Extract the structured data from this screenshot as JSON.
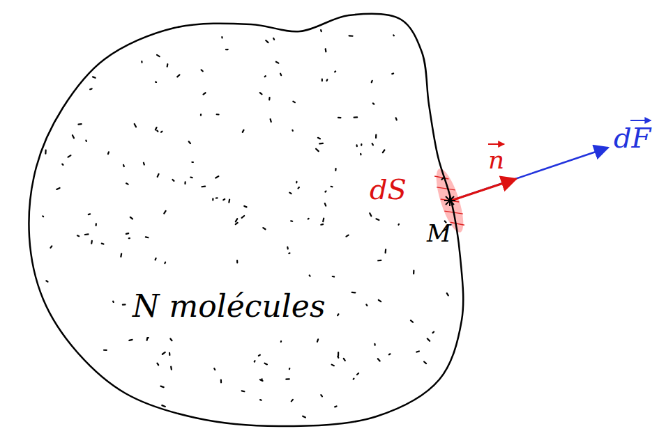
{
  "diagram": {
    "nodes": [
      {
        "text": [
          "N molécules"
        ]
      }
    ],
    "labels": [
      "dS",
      "n",
      "M",
      "dF"
    ]
  }
}
